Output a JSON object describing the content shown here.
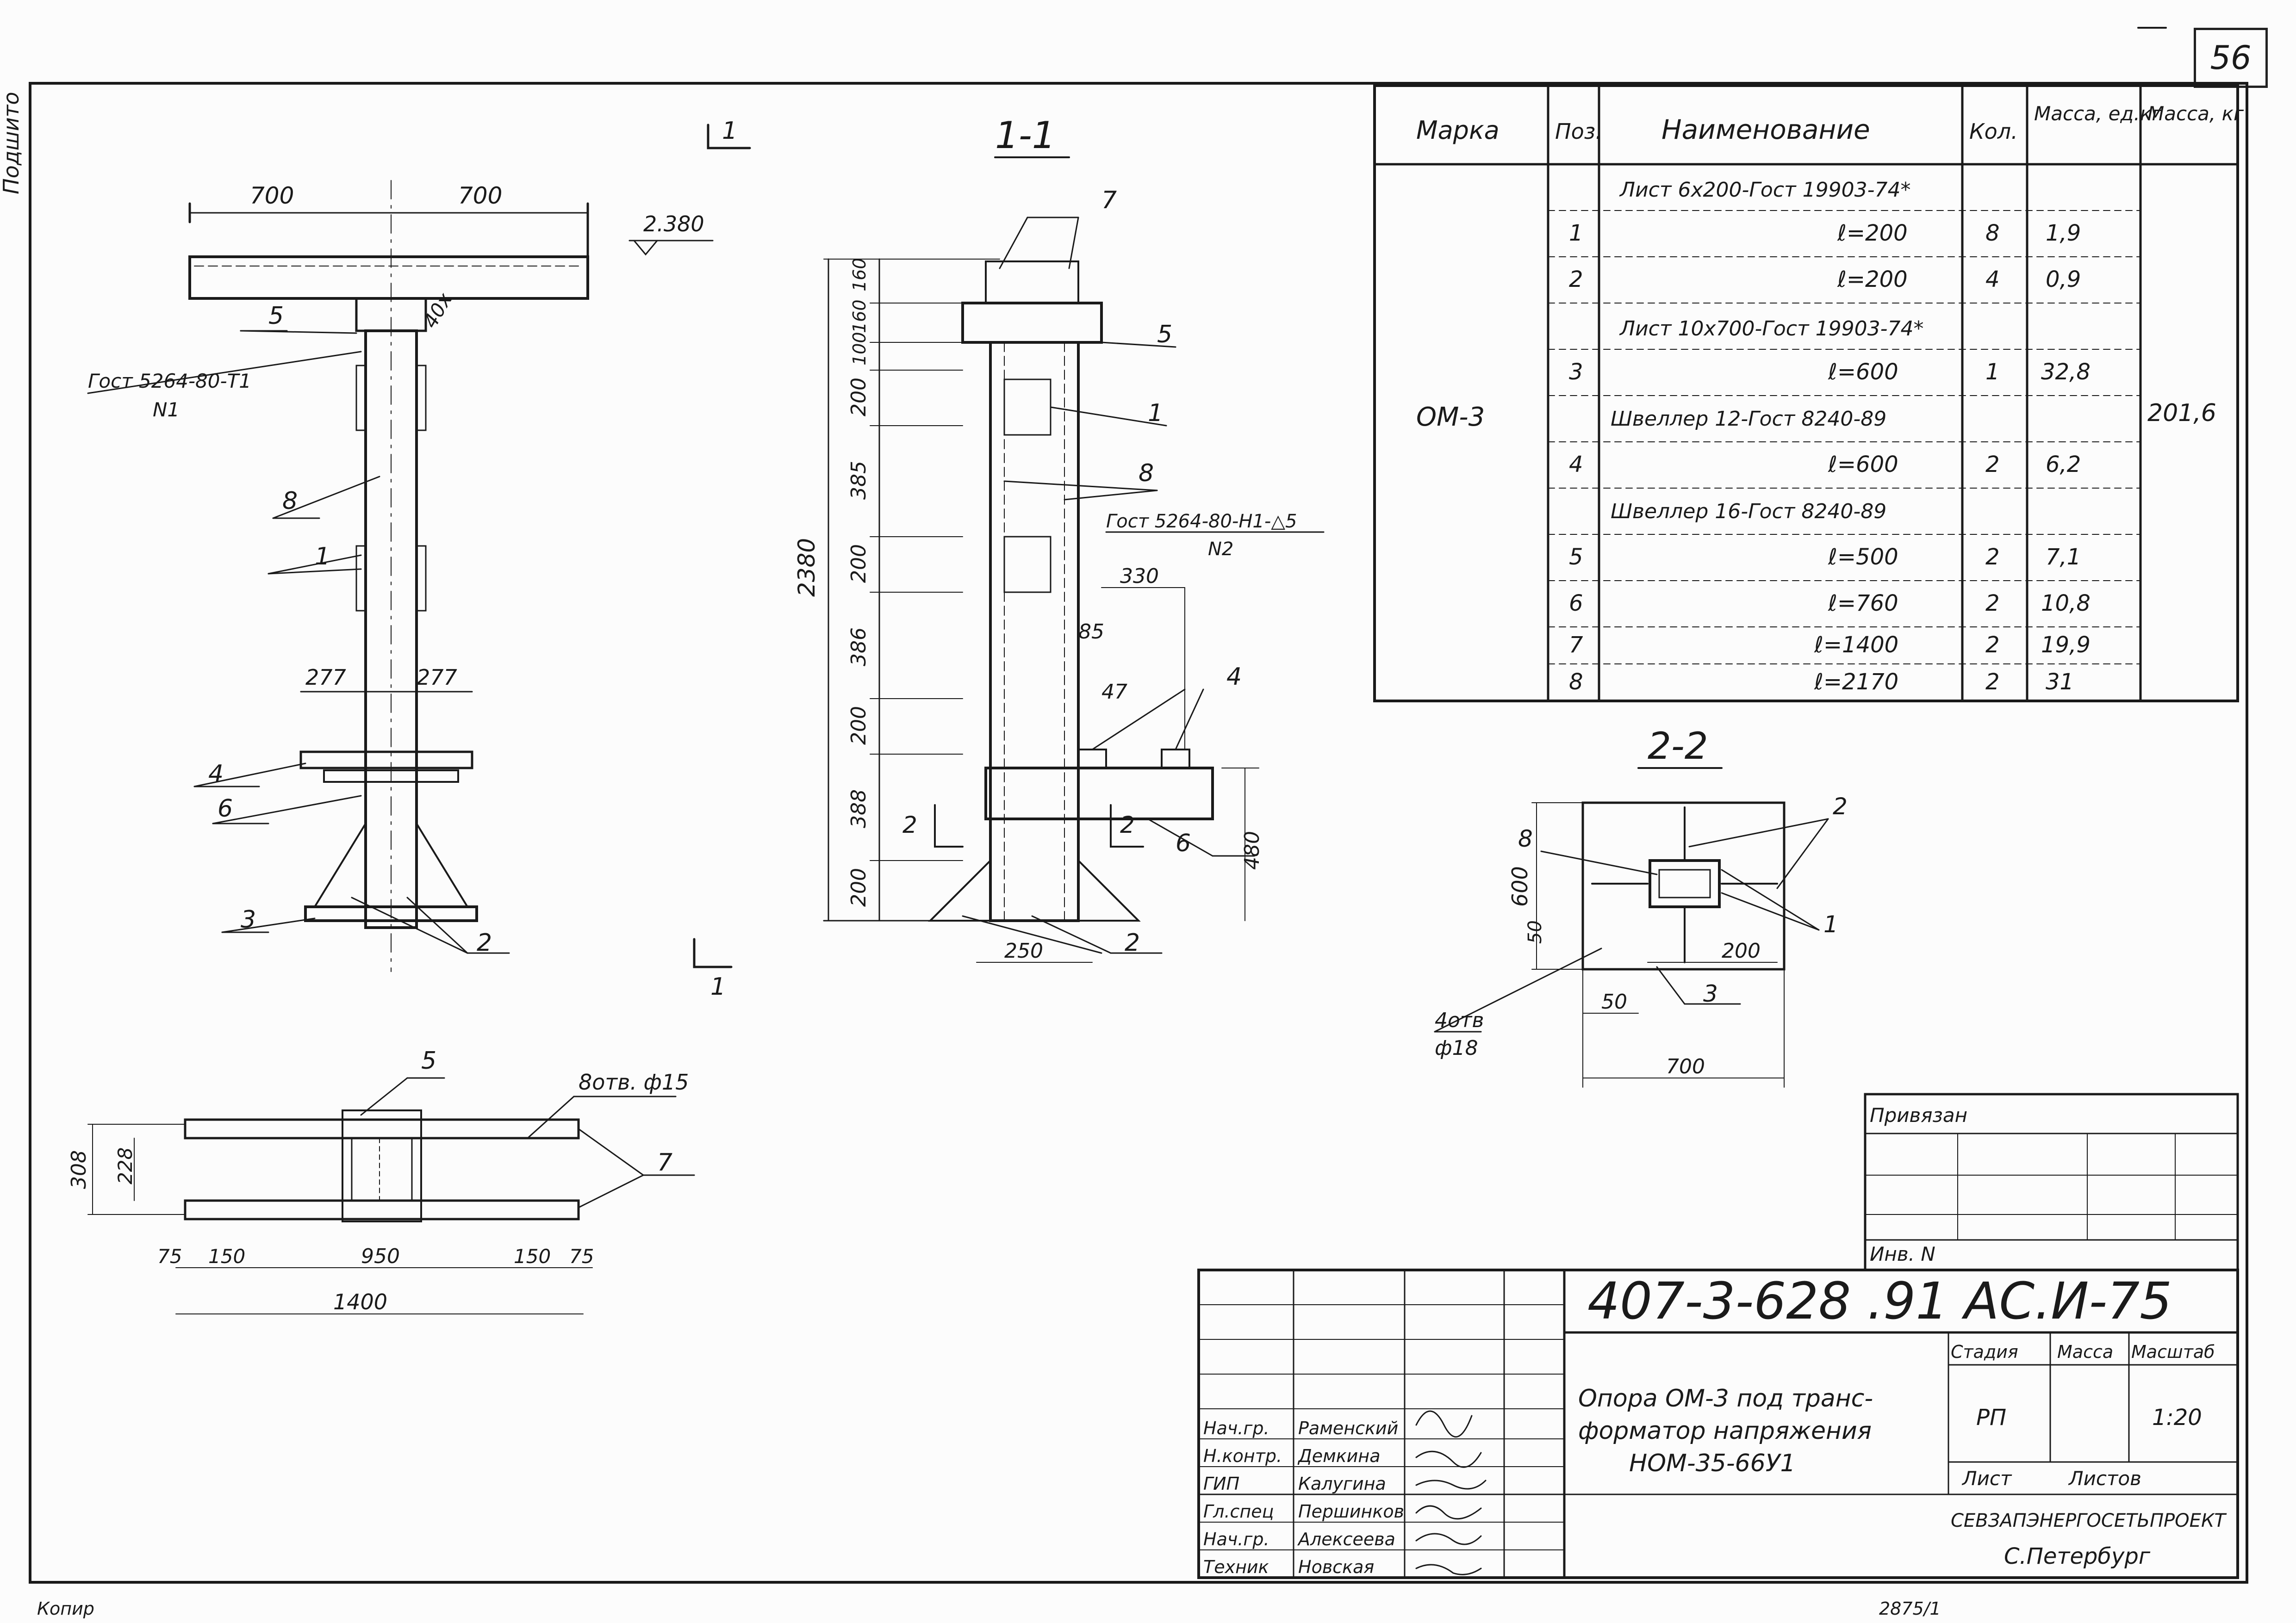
{
  "page_number": "56",
  "margin_text": "Подшито",
  "drawing": {
    "top_view": {
      "dim_700_left": "700",
      "dim_700_right": "700",
      "level": "2.380",
      "weld": "40x",
      "gost": "Гост 5264-80-Т1",
      "n1": "N1",
      "dim_277_left": "277",
      "dim_277_right": "277",
      "labels": [
        "5",
        "8",
        "1",
        "4",
        "6",
        "3",
        "2"
      ],
      "section_mark": "1"
    },
    "section_1_1": {
      "title": "1-1",
      "total_height": "2380",
      "dims": [
        "160",
        "160",
        "100",
        "200",
        "385",
        "200",
        "386",
        "200",
        "388",
        "200"
      ],
      "gost": "Гост 5264-80-Н1-△5",
      "n2": "N2",
      "dim_330": "330",
      "dim_85": "85",
      "dim_47": "47",
      "dim_480": "480",
      "dim_250": "250",
      "labels": [
        "7",
        "5",
        "1",
        "8",
        "4",
        "6",
        "2"
      ],
      "section_mark": "2"
    },
    "section_2_2": {
      "title": "2-2",
      "dim_600": "600",
      "dim_50_v": "50",
      "dim_200": "200",
      "dim_50_h": "50",
      "dim_700": "700",
      "holes": "4отв",
      "hole_d": "ф18",
      "labels": [
        "8",
        "2",
        "1",
        "3"
      ]
    },
    "plan_view": {
      "holes": "8отв. ф15",
      "dim_308": "308",
      "dim_228": "228",
      "dims_bottom": [
        "75",
        "150",
        "950",
        "150",
        "75"
      ],
      "dim_1400": "1400",
      "labels": [
        "5",
        "7"
      ]
    }
  },
  "spec_table": {
    "headers": [
      "Марка",
      "Поз.",
      "Наименование",
      "Кол.",
      "Масса, ед.кг",
      "Масса, кг"
    ],
    "mark": "ОМ-3",
    "total_mass": "201,6",
    "rows": [
      {
        "pos": "",
        "name": "Лист 6х200-Гост 19903-74*",
        "qty": "",
        "mass": ""
      },
      {
        "pos": "1",
        "name": "ℓ=200",
        "qty": "8",
        "mass": "1,9"
      },
      {
        "pos": "2",
        "name": "ℓ=200",
        "qty": "4",
        "mass": "0,9"
      },
      {
        "pos": "",
        "name": "Лист 10х700-Гост 19903-74*",
        "qty": "",
        "mass": ""
      },
      {
        "pos": "3",
        "name": "ℓ=600",
        "qty": "1",
        "mass": "32,8"
      },
      {
        "pos": "",
        "name": "Швеллер 12-Гост 8240-89",
        "qty": "",
        "mass": ""
      },
      {
        "pos": "4",
        "name": "ℓ=600",
        "qty": "2",
        "mass": "6,2"
      },
      {
        "pos": "",
        "name": "Швеллер 16-Гост 8240-89",
        "qty": "",
        "mass": ""
      },
      {
        "pos": "5",
        "name": "ℓ=500",
        "qty": "2",
        "mass": "7,1"
      },
      {
        "pos": "6",
        "name": "ℓ=760",
        "qty": "2",
        "mass": "10,8"
      },
      {
        "pos": "7",
        "name": "ℓ=1400",
        "qty": "2",
        "mass": "19,9"
      },
      {
        "pos": "8",
        "name": "ℓ=2170",
        "qty": "2",
        "mass": "31"
      }
    ]
  },
  "title_block": {
    "privyazan": "Привязан",
    "inv": "Инв. N",
    "code": "407-3-628 .91 АС.И-75",
    "description": [
      "Опора ОМ-3 под транс-",
      "форматор напряжения",
      "НОМ-35-66У1"
    ],
    "stage_label": "Стадия",
    "mass_label": "Масса",
    "scale_label": "Масштаб",
    "stage": "РП",
    "scale": "1:20",
    "sheet_label": "Лист",
    "sheets_label": "Листов",
    "org": "СЕВЗАПЭНЕРГОСЕТЬПРОЕКТ",
    "city": "С.Петербург",
    "roles": [
      "Нач.гр.",
      "Н.контр.",
      "ГИП",
      "Гл.спец",
      "Нач.гр.",
      "Техник"
    ],
    "names": [
      "Раменский",
      "Демкина",
      "Калугина",
      "Першинков",
      "Алексеева",
      "Новская"
    ],
    "bottom_text": "Копир",
    "bottom_code": "2875/1"
  }
}
